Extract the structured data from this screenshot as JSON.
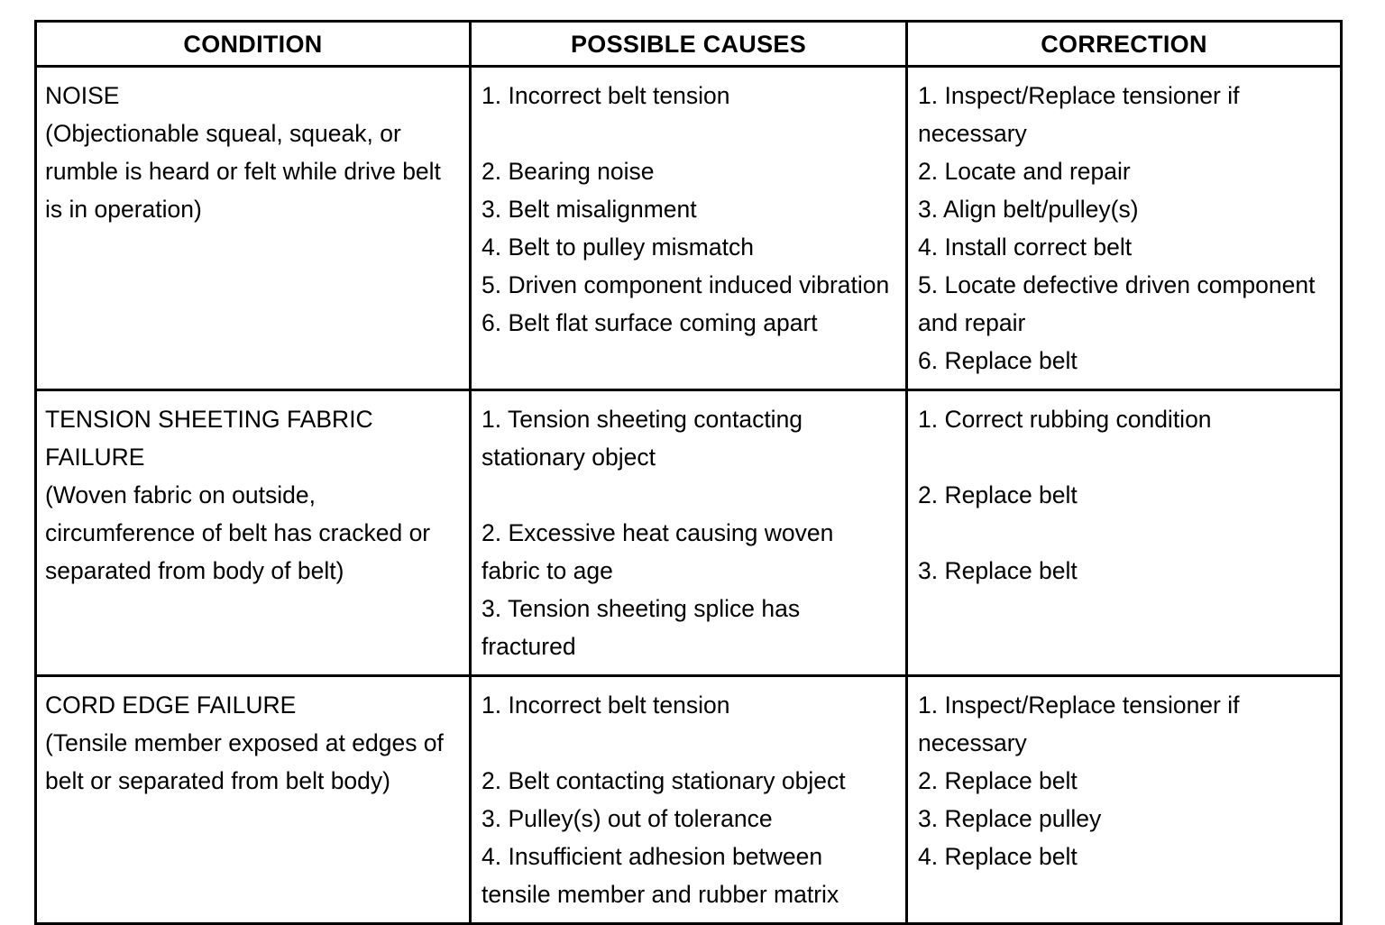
{
  "table": {
    "headers": {
      "condition": "CONDITION",
      "possible_causes": "POSSIBLE CAUSES",
      "correction": "CORRECTION"
    },
    "rows": [
      {
        "id": "noise",
        "condition": {
          "title": "NOISE",
          "description": "(Objectionable squeal, squeak, or rumble is heard or felt while drive belt is in operation)"
        },
        "possible_causes": [
          "1. Incorrect belt tension",
          "2. Bearing noise",
          "3. Belt misalignment",
          "4. Belt to pulley mismatch",
          "5. Driven component induced vibration",
          "6. Belt flat surface coming apart"
        ],
        "correction": [
          "1. Inspect/Replace tensioner if necessary",
          "2. Locate and repair",
          "3. Align belt/pulley(s)",
          "4. Install correct belt",
          "5. Locate defective driven component and repair",
          "6. Replace belt"
        ]
      },
      {
        "id": "tension-sheeting-fabric-failure",
        "condition": {
          "title": "TENSION SHEETING FABRIC FAILURE",
          "description": "(Woven fabric on outside, circumference of belt has cracked or separated from body of belt)"
        },
        "possible_causes": [
          "1. Tension sheeting contacting stationary object",
          "2. Excessive heat causing woven fabric to age",
          "3. Tension sheeting splice has fractured"
        ],
        "correction": [
          "1. Correct rubbing condition",
          "2. Replace belt",
          "3. Replace belt"
        ]
      },
      {
        "id": "cord-edge-failure",
        "condition": {
          "title": "CORD EDGE FAILURE",
          "description": "(Tensile member exposed at edges of belt or separated from belt body)"
        },
        "possible_causes": [
          "1. Incorrect belt tension",
          "2. Belt contacting stationary object",
          "3. Pulley(s) out of tolerance",
          "4. Insufficient adhesion between tensile member and rubber matrix"
        ],
        "correction": [
          "1. Inspect/Replace tensioner if necessary",
          "2. Replace belt",
          "3. Replace pulley",
          "4. Replace belt"
        ]
      }
    ]
  },
  "colors": {
    "border": "#000000",
    "text": "#000000",
    "background": "#ffffff"
  }
}
